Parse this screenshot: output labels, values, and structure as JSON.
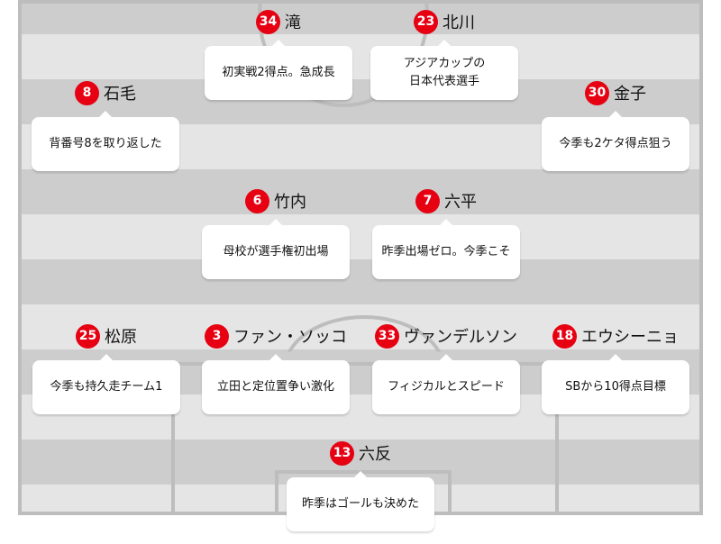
{
  "players": [
    {
      "number": "34",
      "name": "滝",
      "comment": "初実戦2得点。急成長"
    },
    {
      "number": "23",
      "name": "北川",
      "comment": "アジアカップの\n日本代表選手"
    },
    {
      "number": "8",
      "name": "石毛",
      "comment": "背番号8を取り返した"
    },
    {
      "number": "30",
      "name": "金子",
      "comment": "今季も2ケタ得点狙う"
    },
    {
      "number": "6",
      "name": "竹内",
      "comment": "母校が選手権初出場"
    },
    {
      "number": "7",
      "name": "六平",
      "comment": "昨季出場ゼロ。今季こそ"
    },
    {
      "number": "25",
      "name": "松原",
      "comment": "今季も持久走チーム1"
    },
    {
      "number": "3",
      "name": "ファン・ソッコ",
      "comment": "立田と定位置争い激化"
    },
    {
      "number": "33",
      "name": "ヴァンデルソン",
      "comment": "フィジカルとスピード"
    },
    {
      "number": "18",
      "name": "エウシーニョ",
      "comment": "SBから10得点目標"
    },
    {
      "number": "13",
      "name": "六反",
      "comment": "昨季はゴールも決めた"
    }
  ],
  "colors": {
    "number_badge": "#e60012",
    "field_dark": "#cdcdcd",
    "field_light": "#e5e5e5",
    "lines": "#bdbdbd"
  }
}
